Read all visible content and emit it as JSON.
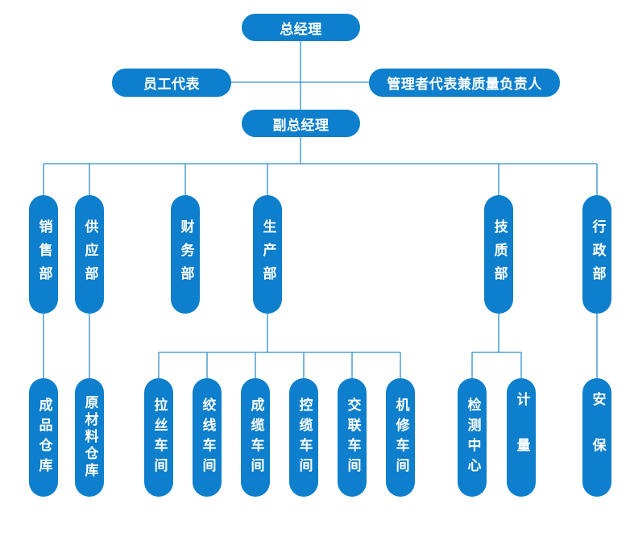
{
  "colors": {
    "node_fill": "#0d7fcc",
    "connector": "#2f8fd0",
    "text": "#ffffff",
    "background": "#ffffff"
  },
  "org": {
    "gm": "总经理",
    "employee_rep": "员工代表",
    "mgmt_rep": "管理者代表兼质量负责人",
    "deputy_gm": "副总经理",
    "departments": {
      "sales": "销售部",
      "supply": "供应部",
      "finance": "财务部",
      "production": "生产部",
      "tech_quality": "技质部",
      "admin": "行政部"
    },
    "units": {
      "finished_goods_warehouse": "成品仓库",
      "raw_material_warehouse": "原材料仓库",
      "drawing_workshop": "拉丝车间",
      "stranding_workshop": "绞线车间",
      "cabling_workshop": "成缆车间",
      "control_cable_workshop": "控缆车间",
      "xlpe_workshop": "交联车间",
      "maintenance_workshop": "机修车间",
      "testing_center": "检测中心",
      "metrology": "计量",
      "security": "安保"
    }
  }
}
